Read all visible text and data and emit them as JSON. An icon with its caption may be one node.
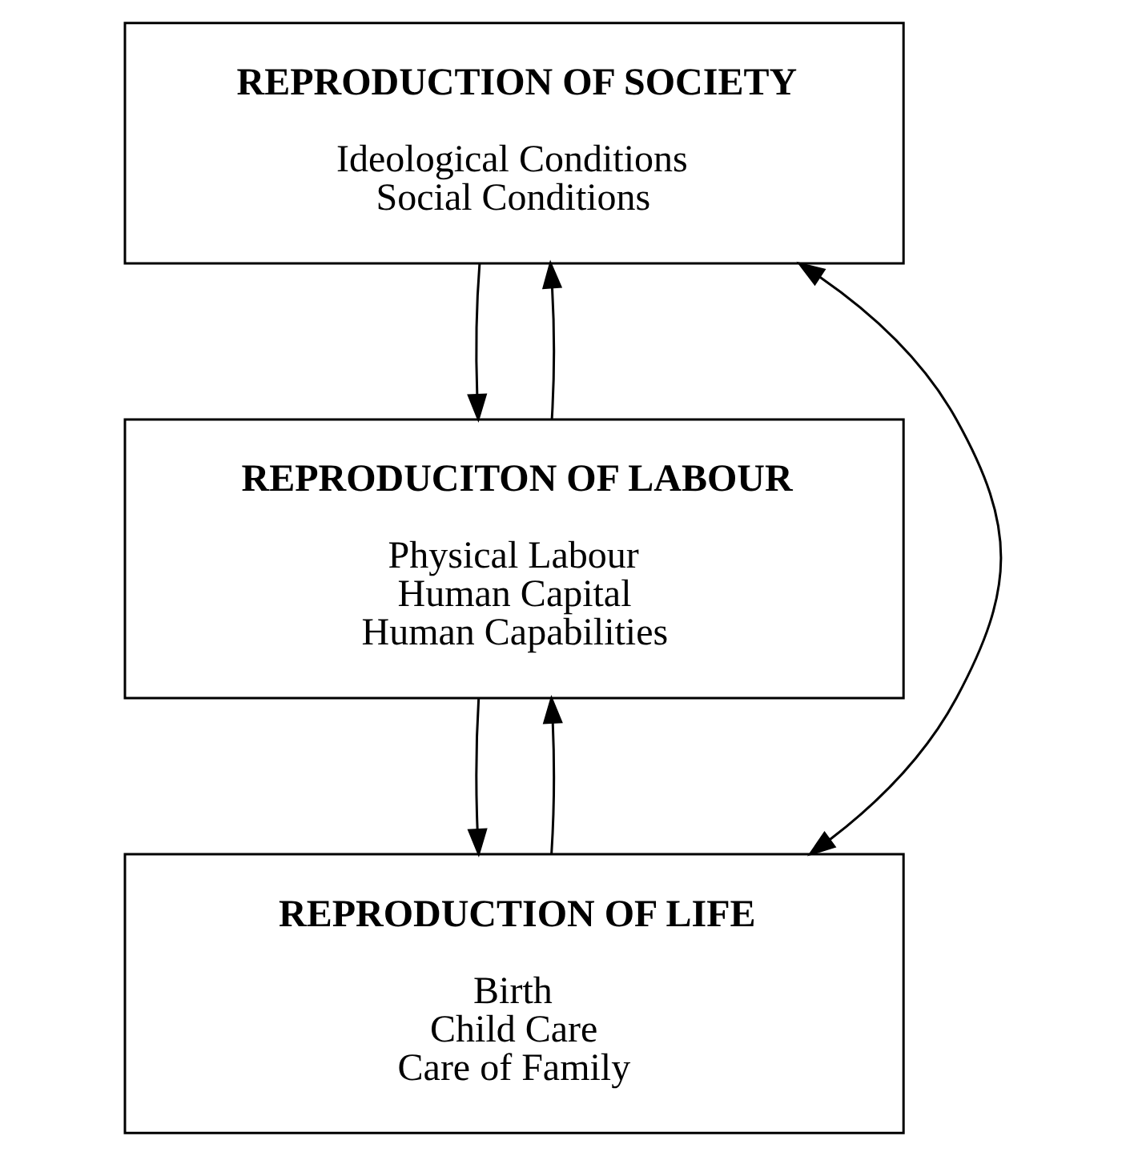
{
  "diagram": {
    "nodes": [
      {
        "text": [
          "REPRODUCTION OF SOCIETY",
          "Ideological Conditions",
          "Social Conditions"
        ]
      },
      {
        "text": [
          "REPRODUCITON OF LABOUR",
          "Physical Labour",
          "Human Capital",
          "Human Capabilities"
        ]
      },
      {
        "text": [
          "REPRODUCTION OF LIFE",
          "Birth",
          "Child Care",
          "Care of Family"
        ]
      }
    ],
    "edges": [
      {
        "from": 1,
        "to": 0,
        "arrow": "to"
      },
      {
        "from": 0,
        "to": 1,
        "arrow": "to"
      },
      {
        "from": 2,
        "to": 1,
        "arrow": "to"
      },
      {
        "from": 1,
        "to": 2,
        "arrow": "to"
      },
      {
        "from": 2,
        "to": 0,
        "arrow": "both"
      }
    ]
  }
}
